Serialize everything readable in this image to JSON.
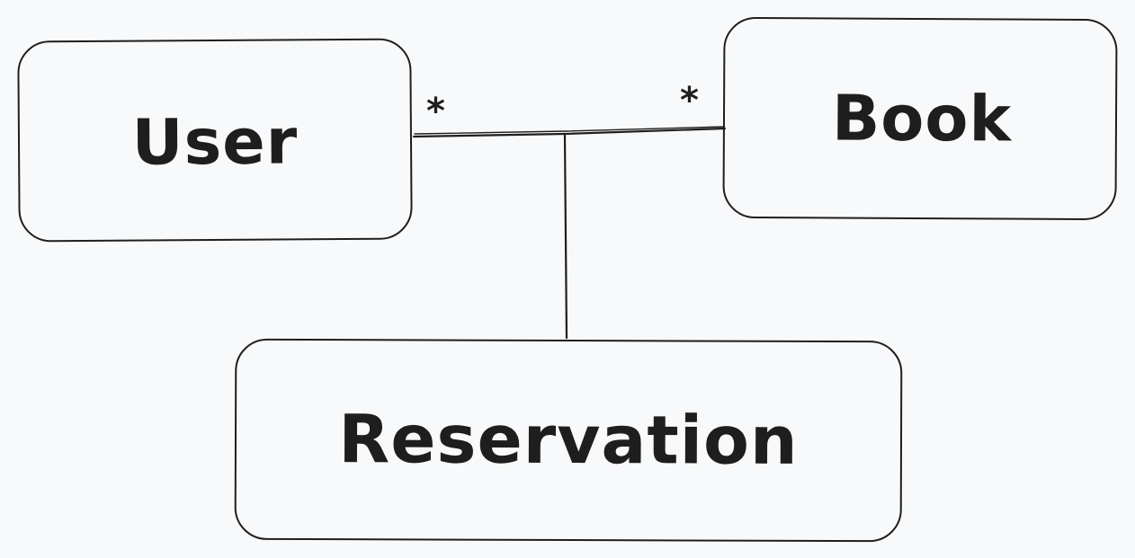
{
  "diagram": {
    "entities": {
      "user": {
        "label": "User"
      },
      "book": {
        "label": "Book"
      },
      "reservation": {
        "label": "Reservation"
      }
    },
    "association": {
      "user_multiplicity": "*",
      "book_multiplicity": "*"
    },
    "colors": {
      "background": "#f8f9fb",
      "stroke": "#1e1e1e"
    }
  }
}
